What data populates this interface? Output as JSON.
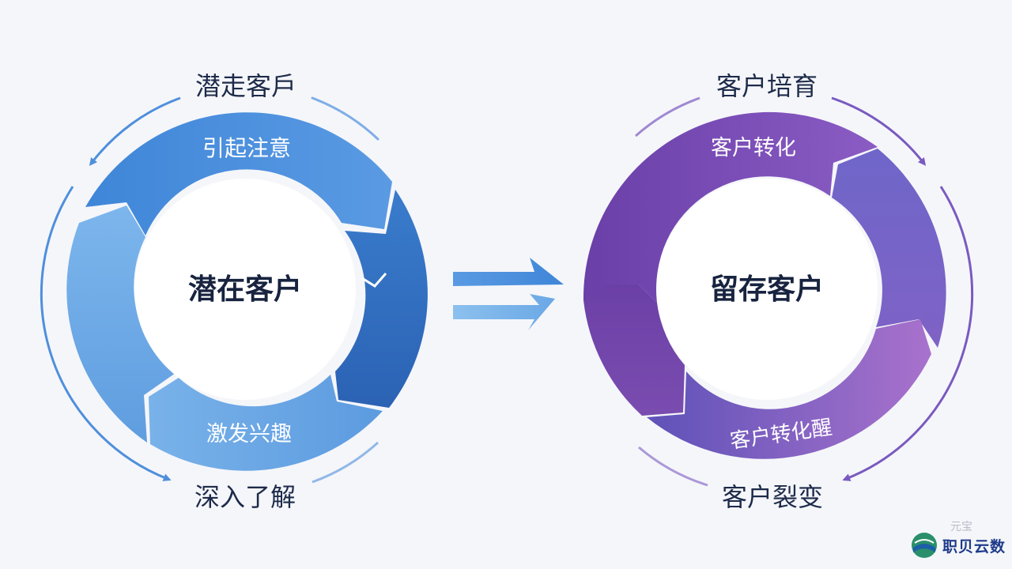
{
  "left_cycle": {
    "outer_top": "潜走客戶",
    "outer_bottom": "深入了解",
    "segment_top": "引起注意",
    "segment_bottom": "激发兴趣",
    "center": "潜在客户",
    "colors": {
      "dark": "#2f6ec0",
      "mid": "#4a8fdb",
      "light": "#7ab3ea",
      "arrow": "#4f8fdc"
    }
  },
  "transition_arrow": {
    "icon": "double-right-arrow",
    "color": "#4a8fdb"
  },
  "right_cycle": {
    "outer_top": "客户培育",
    "outer_bottom": "客户裂变",
    "segment_top": "客户转化",
    "segment_bottom": "客户转化醒",
    "center": "留存客户",
    "colors": {
      "dark": "#6b3fa8",
      "mid": "#7d55c0",
      "light": "#9a6cc8",
      "arrow": "#7a5ac0"
    }
  },
  "brand": {
    "name": "职贝云数",
    "watermark": "元宝"
  }
}
